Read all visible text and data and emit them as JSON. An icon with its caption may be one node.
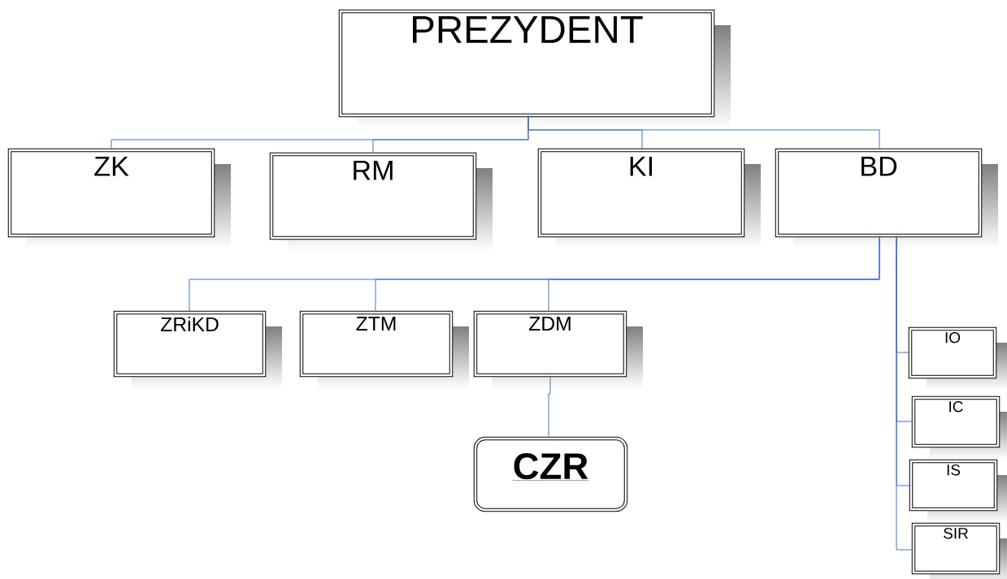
{
  "diagram": {
    "nodes": [
      {
        "text": [
          "PREZYDENT"
        ]
      },
      {
        "text": [
          "ZK"
        ]
      },
      {
        "text": [
          "RM"
        ]
      },
      {
        "text": [
          "KI"
        ]
      },
      {
        "text": [
          "BD"
        ]
      },
      {
        "text": [
          "ZRiKD"
        ]
      },
      {
        "text": [
          "ZTM"
        ]
      },
      {
        "text": [
          "ZDM"
        ]
      },
      {
        "text": [
          "CZR"
        ]
      },
      {
        "text": [
          "IO"
        ]
      },
      {
        "text": [
          "IC"
        ]
      },
      {
        "text": [
          "IS"
        ]
      },
      {
        "text": [
          "SIR"
        ]
      }
    ],
    "edges": [
      {
        "from": 0,
        "to": 1,
        "arrow": "none"
      },
      {
        "from": 0,
        "to": 2,
        "arrow": "none"
      },
      {
        "from": 0,
        "to": 3,
        "arrow": "none"
      },
      {
        "from": 0,
        "to": 4,
        "arrow": "none"
      },
      {
        "from": 4,
        "to": 5,
        "arrow": "none"
      },
      {
        "from": 4,
        "to": 6,
        "arrow": "none"
      },
      {
        "from": 4,
        "to": 7,
        "arrow": "none"
      },
      {
        "from": 7,
        "to": 8,
        "arrow": "none"
      },
      {
        "from": 4,
        "to": 9,
        "arrow": "none"
      },
      {
        "from": 4,
        "to": 10,
        "arrow": "none"
      },
      {
        "from": 4,
        "to": 11,
        "arrow": "none"
      },
      {
        "from": 4,
        "to": 12,
        "arrow": "none"
      }
    ]
  }
}
